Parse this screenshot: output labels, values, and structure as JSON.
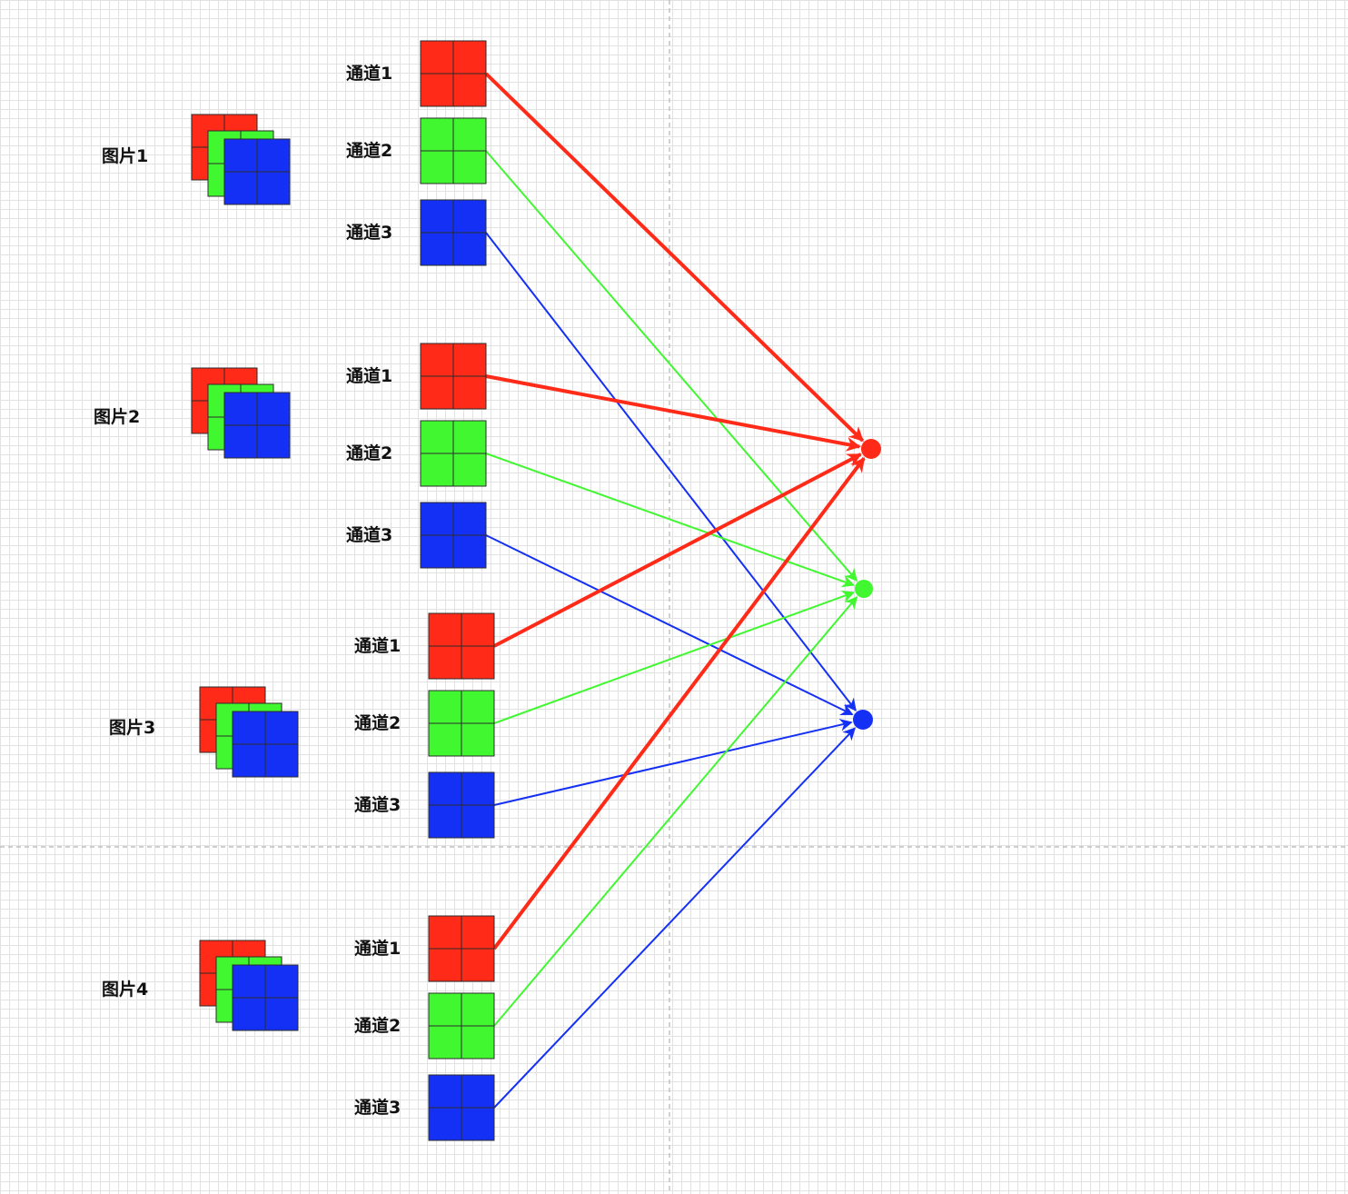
{
  "colors": {
    "red": "#ff2a17",
    "green": "#40f730",
    "blue": "#1530f5",
    "stroke": "#2b2b2b"
  },
  "images": [
    {
      "label": "图片1",
      "channels": [
        {
          "label": "通道1",
          "color": "red"
        },
        {
          "label": "通道2",
          "color": "green"
        },
        {
          "label": "通道3",
          "color": "blue"
        }
      ]
    },
    {
      "label": "图片2",
      "channels": [
        {
          "label": "通道1",
          "color": "red"
        },
        {
          "label": "通道2",
          "color": "green"
        },
        {
          "label": "通道3",
          "color": "blue"
        }
      ]
    },
    {
      "label": "图片3",
      "channels": [
        {
          "label": "通道1",
          "color": "red"
        },
        {
          "label": "通道2",
          "color": "green"
        },
        {
          "label": "通道3",
          "color": "blue"
        }
      ]
    },
    {
      "label": "图片4",
      "channels": [
        {
          "label": "通道1",
          "color": "red"
        },
        {
          "label": "通道2",
          "color": "green"
        },
        {
          "label": "通道3",
          "color": "blue"
        }
      ]
    }
  ],
  "output_nodes": [
    {
      "color": "red"
    },
    {
      "color": "green"
    },
    {
      "color": "blue"
    }
  ]
}
